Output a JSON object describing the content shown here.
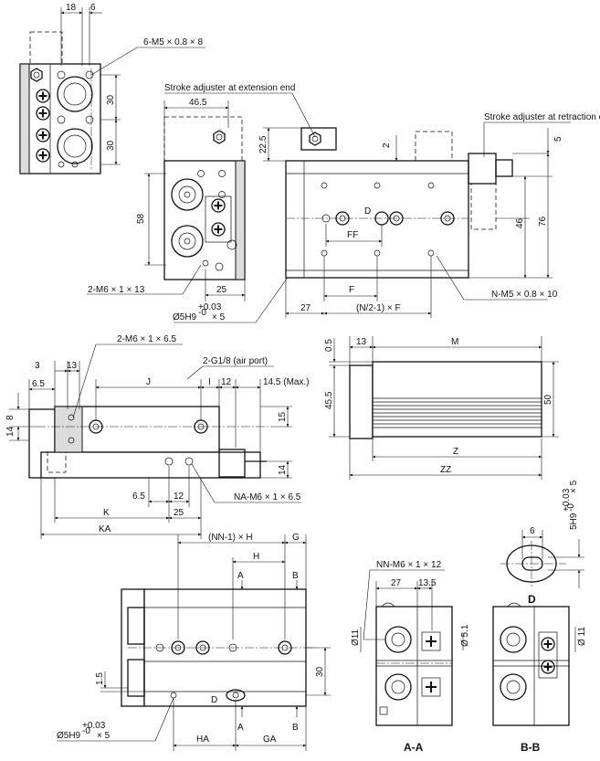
{
  "dims": {
    "top_18": "18",
    "top_6": "6",
    "hole_6m5": "6-M5 × 0.8 × 8",
    "v30a": "30",
    "v30b": "30",
    "stroke_ext": "Stroke adjuster at extension end",
    "stroke_ret": "Stroke adjuster at retraction end",
    "d46_5": "46.5",
    "d58": "58",
    "d25a": "25",
    "d22_5": "22.5",
    "d2": "2",
    "d5": "5",
    "d46": "46",
    "d76": "76",
    "lblD_top": "D",
    "ff": "FF",
    "f": "F",
    "d27a": "27",
    "nf": "(N/2-1) × F",
    "nm5": "N-M5 × 0.8 × 10",
    "m6x13": "2-M6 × 1 × 13",
    "dia5h9_a": "Ø5H9",
    "tol_a": "+0.03",
    "tol_a0": "-0",
    "x5_a": "× 5",
    "m6x6_5": "2-M6 × 1 × 6.5",
    "g18": "2-G1/8 (air port)",
    "d3": "3",
    "d13a": "13",
    "d6_5a": "6.5",
    "j": "J",
    "i": "I",
    "d12a": "12",
    "d14_5": "14.5 (Max.)",
    "d14": "14",
    "d8": "8",
    "d15": "15",
    "d14b": "14",
    "d6_5b": "6.5",
    "d12b": "12",
    "d25b": "25",
    "k": "K",
    "ka": "KA",
    "na_m6": "NA-M6 × 1 × 6.5",
    "d0_5": "0.5",
    "d13b": "13",
    "m": "M",
    "d45_5": "45.5",
    "d50": "50",
    "z": "Z",
    "zz": "ZZ",
    "nnh": "(NN-1) × H",
    "g": "G",
    "h": "H",
    "a_top": "A",
    "b_top": "B",
    "d1_5": "1.5",
    "d30c": "30",
    "lblD_bot": "D",
    "dia5h9_b": "Ø5H9",
    "tol_b": "+0.03",
    "tol_b0": "-0",
    "x5_b": "× 5",
    "ha": "HA",
    "a_bot": "A",
    "ga": "GA",
    "b_bot": "B",
    "nn_m6": "NN-M6 × 1 × 12",
    "d27b": "27",
    "d13_5": "13.5",
    "d11a": "Ø11",
    "d5_1": "Ø 5.1",
    "d11b": "Ø 11",
    "d6": "6",
    "dia5h9_c": "5H9",
    "tol_c": "+0.03",
    "tol_c0": "-0",
    "x5_c": "× 5",
    "detailD": "D",
    "secAA": "A-A",
    "secBB": "B-B"
  }
}
